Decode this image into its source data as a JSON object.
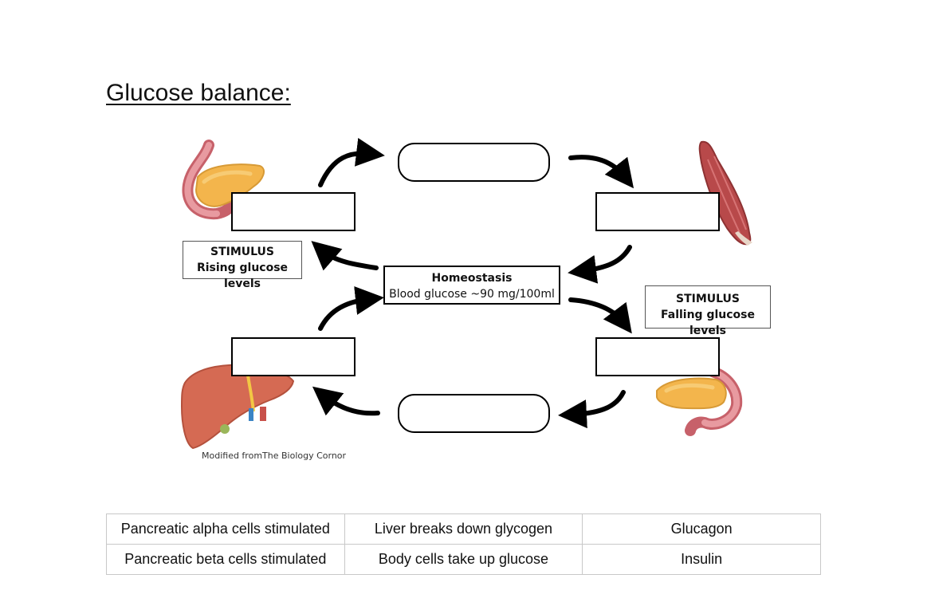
{
  "title": "Glucose balance:",
  "stimulus_rising": {
    "heading": "STIMULUS",
    "text": "Rising glucose levels"
  },
  "stimulus_falling": {
    "heading": "STIMULUS",
    "text": "Falling glucose levels"
  },
  "homeostasis": {
    "heading": "Homeostasis",
    "text": "Blood glucose ~90 mg/100ml"
  },
  "caption": "Modified fromThe Biology Cornor",
  "table": {
    "rows": [
      [
        "Pancreatic alpha cells stimulated",
        "Liver breaks down glycogen",
        "Glucagon"
      ],
      [
        "Pancreatic beta cells stimulated",
        "Body cells take up glucose",
        "Insulin"
      ]
    ]
  },
  "icons": [
    "pancreas-icon",
    "muscle-icon",
    "liver-icon",
    "pancreas-icon"
  ]
}
